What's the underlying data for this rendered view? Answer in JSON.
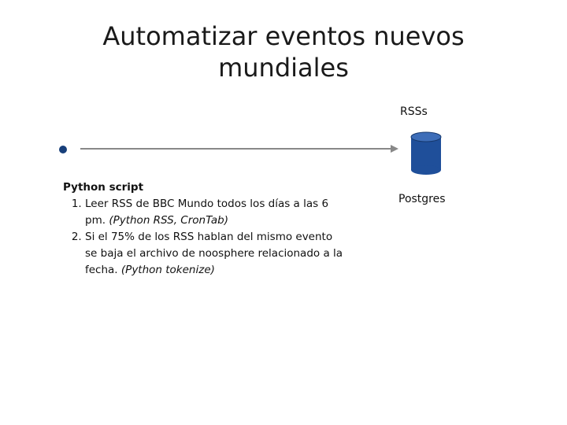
{
  "slide": {
    "title_lines": [
      "Automatizar eventos nuevos",
      "mundiales"
    ],
    "rss_label": "RSSs",
    "database_label": "Postgres",
    "script_heading": "Python script",
    "steps": [
      {
        "text": "Leer RSS de BBC Mundo todos los días a las 6 pm.",
        "note": "(Python RSS, CronTab)"
      },
      {
        "text": "Si el 75% de los RSS hablan del mismo evento se baja el archivo de noosphere relacionado a la fecha.",
        "note": "(Python tokenize)"
      }
    ]
  },
  "colors": {
    "node": "#173f7a",
    "database": "#1f4f9a",
    "arrow": "#888888"
  }
}
